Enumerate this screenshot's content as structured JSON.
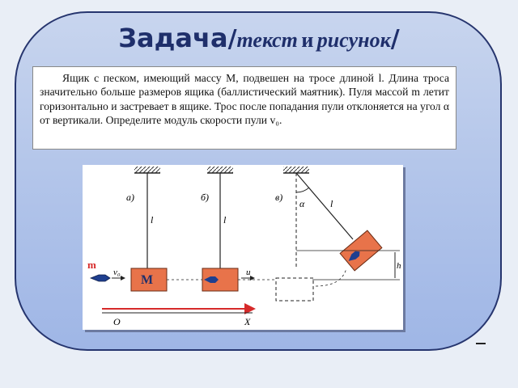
{
  "title": {
    "main": "Задача",
    "slash1": "/",
    "sub1": "текст",
    "and": "и",
    "sub2": "рисунок",
    "slash2": "/"
  },
  "problem_text": "Ящик с песком, имеющий массу M, подвешен на тросе длиной l. Длина троса значительно больше размеров ящика (баллистический маятник). Пуля массой m летит горизонтально и застревает в ящике. Трос после попадания пули отклоняется на угол α от вертикали. Определите модуль скорости пули v₀.",
  "figure": {
    "panel_labels": [
      "а)",
      "б)",
      "в)"
    ],
    "rope_label": "l",
    "bullet_mass": "m",
    "box_mass": "M",
    "v0_label": "v₀",
    "u_label": "u",
    "angle_label": "α",
    "height_label": "h",
    "axis_origin": "O",
    "axis_name": "X",
    "colors": {
      "box": "#e8734a",
      "bullet": "#1f3f8f",
      "axis_arrow": "#d62a2a",
      "m_label": "#d62a2a"
    }
  }
}
